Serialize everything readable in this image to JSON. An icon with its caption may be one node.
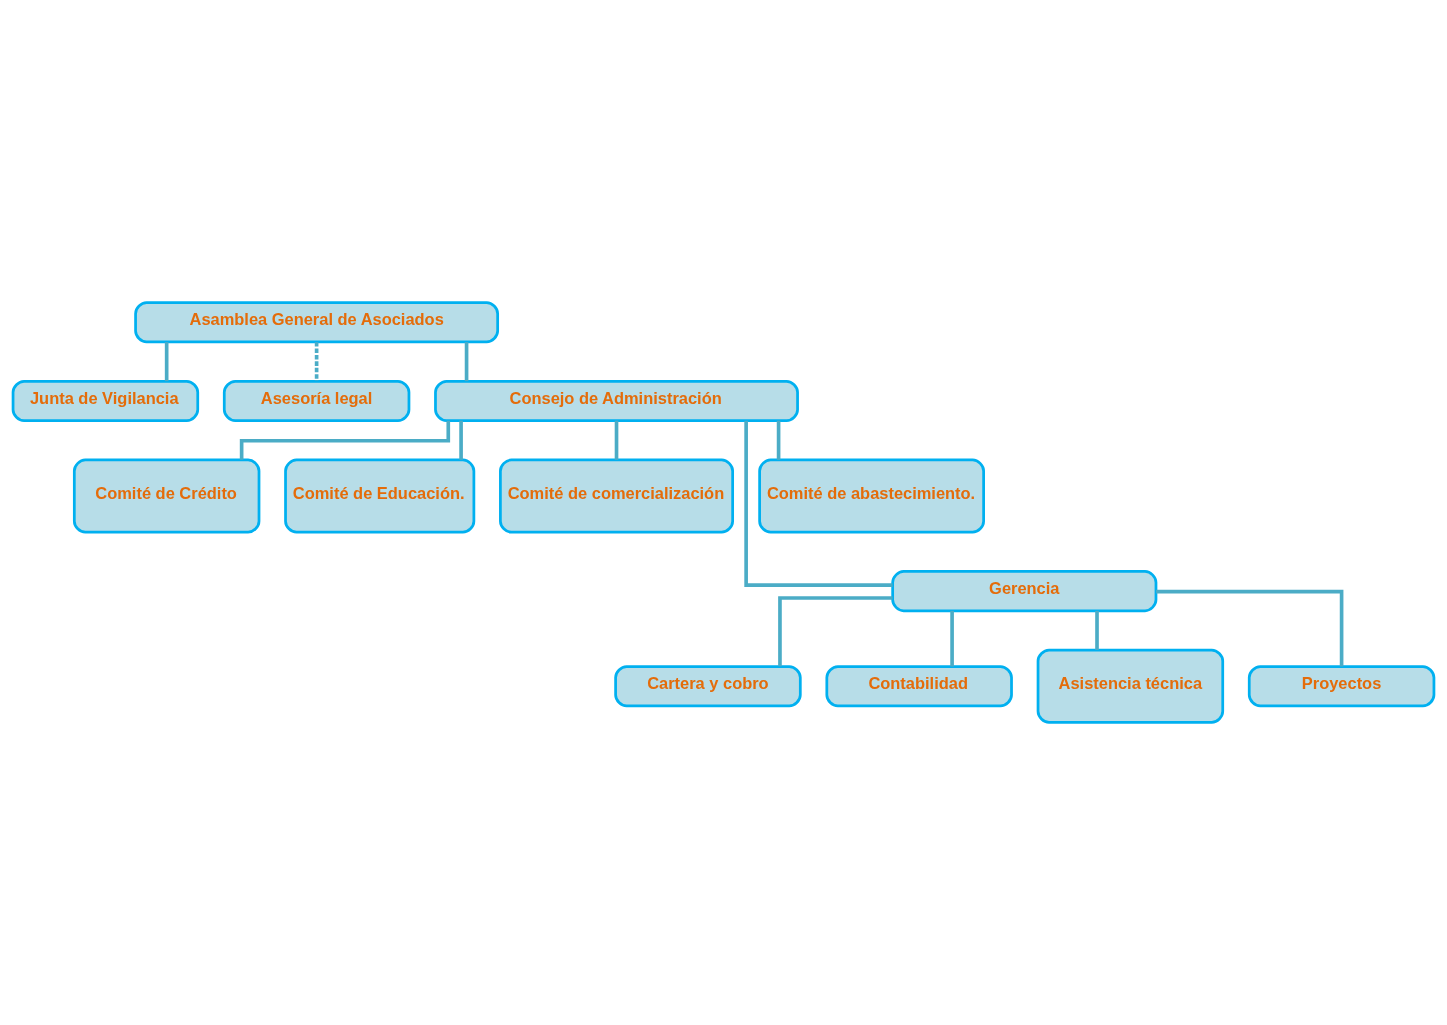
{
  "diagram": {
    "nodes": [
      {
        "text": [
          "Asamblea General de Asociados"
        ]
      },
      {
        "text": [
          "Junta de Vigilancia"
        ]
      },
      {
        "text": [
          "Asesoría legal"
        ]
      },
      {
        "text": [
          "Consejo de Administración"
        ]
      },
      {
        "text": [
          "Comité de Crédito"
        ]
      },
      {
        "text": [
          "Comité de Educación."
        ]
      },
      {
        "text": [
          "Comité de comercialización"
        ]
      },
      {
        "text": [
          "Comité de abastecimiento."
        ]
      },
      {
        "text": [
          "Gerencia"
        ]
      },
      {
        "text": [
          "Cartera y cobro"
        ]
      },
      {
        "text": [
          "Contabilidad"
        ]
      },
      {
        "text": [
          "Asistencia técnica"
        ]
      },
      {
        "text": [
          "Proyectos"
        ]
      }
    ],
    "edges": [
      {
        "from": 0,
        "to": 1,
        "arrow": "none"
      },
      {
        "from": 0,
        "to": 2,
        "arrow": "none",
        "style": "dashed"
      },
      {
        "from": 0,
        "to": 3,
        "arrow": "none"
      },
      {
        "from": 3,
        "to": 4,
        "arrow": "none"
      },
      {
        "from": 3,
        "to": 5,
        "arrow": "none"
      },
      {
        "from": 3,
        "to": 6,
        "arrow": "none"
      },
      {
        "from": 3,
        "to": 7,
        "arrow": "none"
      },
      {
        "from": 3,
        "to": 8,
        "arrow": "none"
      },
      {
        "from": 8,
        "to": 9,
        "arrow": "none"
      },
      {
        "from": 8,
        "to": 10,
        "arrow": "none"
      },
      {
        "from": 8,
        "to": 11,
        "arrow": "none"
      },
      {
        "from": 8,
        "to": 12,
        "arrow": "none"
      }
    ]
  }
}
